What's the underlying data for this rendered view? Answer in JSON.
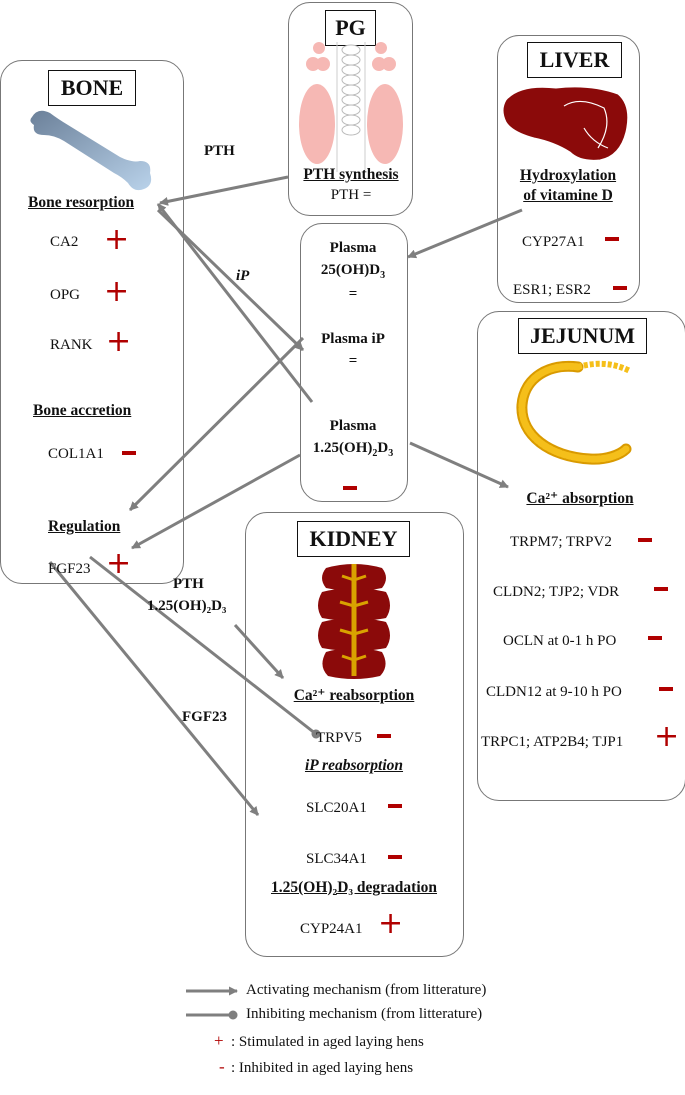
{
  "bone": {
    "title": "BONE",
    "resorption": "Bone resorption",
    "ca2": "CA2",
    "opg": "OPG",
    "rank": "RANK",
    "accretion": "Bone accretion",
    "col1a1": "COL1A1",
    "regulation": "Regulation",
    "fgf23": "FGF23"
  },
  "pg": {
    "title": "PG",
    "synthesis": "PTH synthesis",
    "pth": "PTH ="
  },
  "liver": {
    "title": "LIVER",
    "hydroxylation_1": "Hydroxylation",
    "hydroxylation_2": "of vitamine D",
    "cyp27a1": "CYP27A1",
    "esr": "ESR1; ESR2"
  },
  "plasma": {
    "vitd_1": "Plasma",
    "vitd_2": "25(OH)D",
    "vitd_sub": "3",
    "eq1": "=",
    "ip": "Plasma iP",
    "eq2": "=",
    "calcitriol_1": "Plasma",
    "calcitriol_2a": "1.25(OH)",
    "calcitriol_sub1": "2",
    "calcitriol_2b": "D",
    "calcitriol_sub2": "3"
  },
  "jejunum": {
    "title": "JEJUNUM",
    "absorption": "Ca²⁺ absorption",
    "g1": "TRPM7; TRPV2",
    "g2": "CLDN2; TJP2; VDR",
    "g3": "OCLN at 0-1 h PO",
    "g4": "CLDN12 at 9-10 h PO",
    "g5": "TRPC1; ATP2B4; TJP1"
  },
  "kidney": {
    "title": "KIDNEY",
    "ca_reabs": "Ca²⁺ reabsorption",
    "trpv5": "TRPV5",
    "ip_reabs": "iP reabsorption",
    "slc20a1": "SLC20A1",
    "slc34a1": "SLC34A1",
    "degradation": "1.25(OH)₂D₃ degradation",
    "cyp24a1": "CYP24A1"
  },
  "arrow_labels": {
    "pth": "PTH",
    "ip": "iP",
    "pth_kidney": "PTH",
    "calcitriol_kidney": "1.25(OH)₂D₃",
    "fgf23": "FGF23"
  },
  "legend": {
    "activating": "Activating mechanism (from litterature)",
    "inhibiting": "Inhibiting mechanism (from litterature)",
    "stimulated": ": Stimulated in aged laying hens",
    "inhibited": ":  Inhibited in aged laying hens"
  },
  "colors": {
    "arrow": "#7f7f7f",
    "sign": "#b00000",
    "bone_icon": "#8aa9c6",
    "liver": "#8b0a0a",
    "kidney": "#8b0a0a",
    "jejunum": "#f0b400",
    "pg": "#f6b8b4"
  }
}
